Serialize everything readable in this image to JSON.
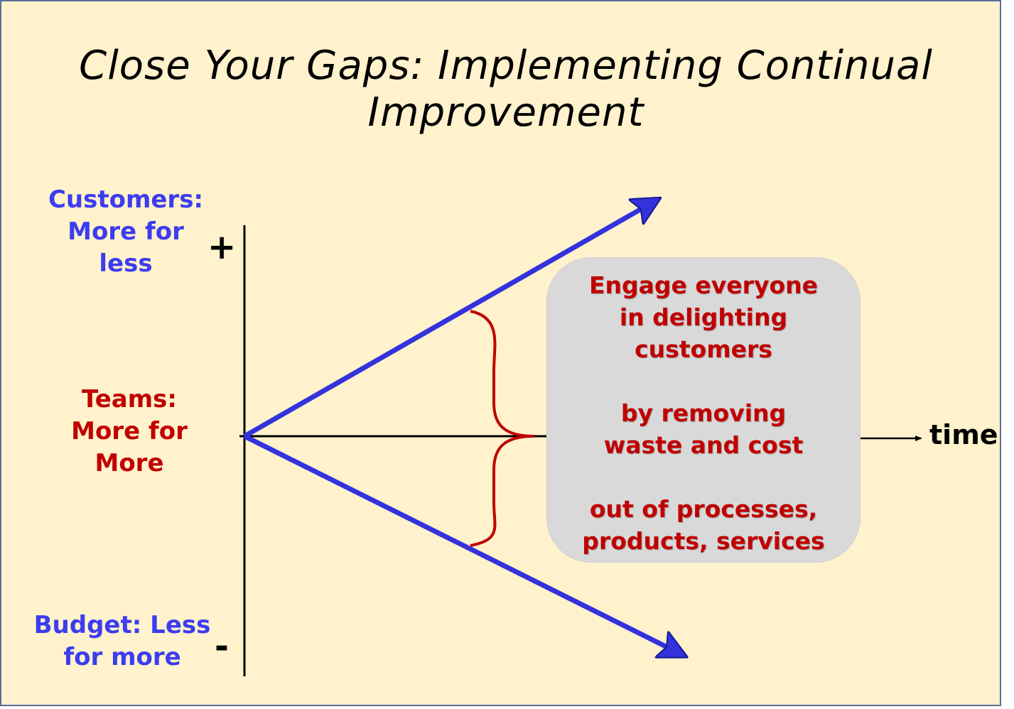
{
  "title": "Close Your Gaps: Implementing Continual Improvement",
  "axis": {
    "plus": "+",
    "minus": "-",
    "x_label": "time"
  },
  "labels": {
    "customers": "Customers:\nMore for\nless",
    "teams": "Teams:\nMore for\nMore",
    "budget": "Budget: Less\nfor more"
  },
  "callout": {
    "lines": [
      "Engage everyone\nin delighting\ncustomers",
      "by removing\nwaste and cost",
      "out of processes,\nproducts, services"
    ]
  },
  "colors": {
    "background": "#fff2cc",
    "customers_budget": "#3c3cf0",
    "teams_and_callout": "#c00000",
    "arrow": "#3333dd",
    "callout_fill": "#d9d9d9"
  }
}
